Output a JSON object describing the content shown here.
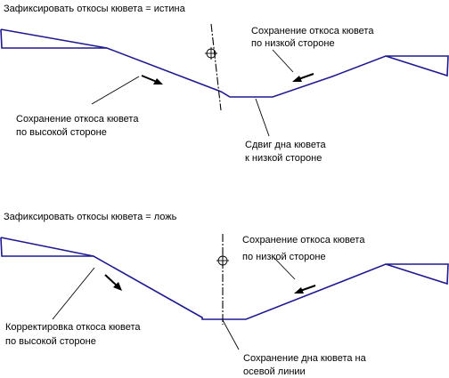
{
  "top_panel": {
    "heading": "Зафиксировать откосы кювета = истина",
    "label_low_side": [
      "Сохранение откоса кювета",
      "по низкой стороне"
    ],
    "label_high_side": [
      "Сохранение откоса кювета",
      "по высокой стороне"
    ],
    "label_bottom": [
      "Сдвиг дна кювета",
      "к низкой стороне"
    ]
  },
  "bottom_panel": {
    "heading": "Зафиксировать откосы кювета = ложь",
    "label_low_side": [
      "Сохранение откоса кювета",
      "по низкой стороне"
    ],
    "label_high_side": [
      "Корректировка откоса кювета",
      "по высокой стороне"
    ],
    "label_bottom": [
      "Сохранение дна кювета на",
      "осевой линии"
    ]
  },
  "colors": {
    "profile": "#1f1a8f",
    "annotation": "#000000"
  }
}
